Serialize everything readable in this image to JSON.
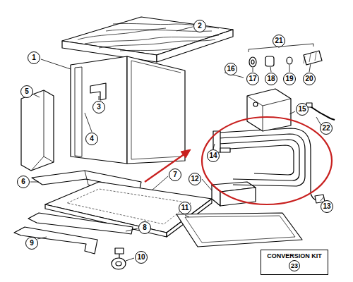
{
  "diagram": {
    "nodes": [
      {
        "text": [
          "CONVERSION KIT",
          "23"
        ]
      }
    ],
    "edges": [],
    "labels": [
      "2",
      "21",
      "1",
      "16",
      "3",
      "17",
      "18",
      "19",
      "20",
      "5",
      "15",
      "4",
      "22",
      "14",
      "6",
      "12",
      "7",
      "13",
      "11",
      "8",
      "10",
      "9"
    ]
  }
}
